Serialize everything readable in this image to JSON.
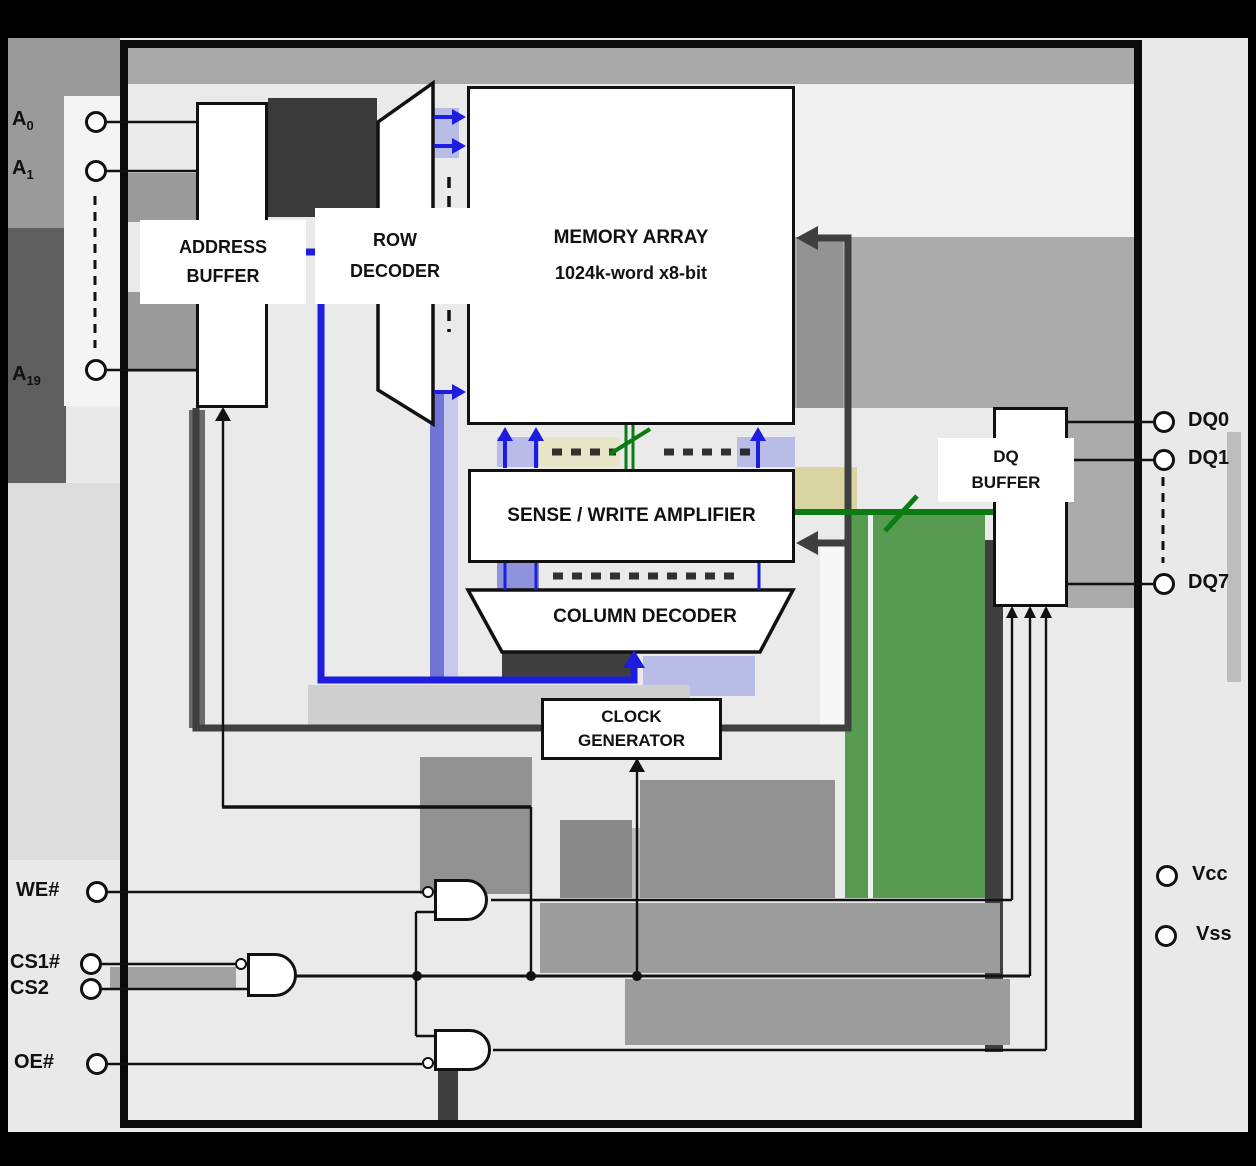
{
  "blocks": {
    "address_buffer": {
      "line1": "ADDRESS",
      "line2": "BUFFER"
    },
    "row_decoder": {
      "line1": "ROW",
      "line2": "DECODER"
    },
    "memory_array": {
      "line1": "MEMORY ARRAY",
      "line2": "1024k-word x8-bit"
    },
    "sense_amp": {
      "label": "SENSE / WRITE AMPLIFIER"
    },
    "column_decoder": {
      "label": "COLUMN DECODER"
    },
    "clock_generator": {
      "line1": "CLOCK",
      "line2": "GENERATOR"
    },
    "dq_buffer": {
      "line1": "DQ",
      "line2": "BUFFER"
    }
  },
  "pins": {
    "a0": {
      "base": "A",
      "sub": "0"
    },
    "a1": {
      "base": "A",
      "sub": "1"
    },
    "a19": {
      "base": "A",
      "sub": "19"
    },
    "we": {
      "label": "WE#"
    },
    "cs1": {
      "label": "CS1#"
    },
    "cs2": {
      "label": "CS2"
    },
    "oe": {
      "label": "OE#"
    },
    "dq0": {
      "label": "DQ0"
    },
    "dq1": {
      "label": "DQ1"
    },
    "dq7": {
      "label": "DQ7"
    },
    "vcc": {
      "label": "Vcc"
    },
    "vss": {
      "label": "Vss"
    }
  },
  "colors": {
    "address_bus_blue": "#1d1de0",
    "data_bus_green": "#0a7c12",
    "green_fill": "#579b50",
    "control_dark": "#3f3f3f",
    "wire_black": "#111111"
  }
}
